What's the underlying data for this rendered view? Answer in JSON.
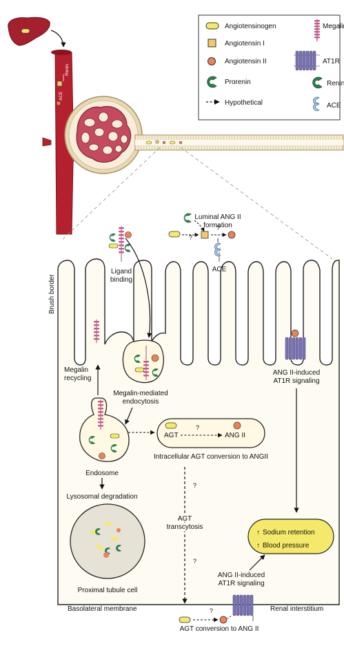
{
  "legend": {
    "angiotensinogen": "Angiotensinogen",
    "angiotensin1": "Angiotensin I",
    "angiotensin2": "Angiotensin II",
    "prorenin": "Prorenin",
    "hypothetical": "Hypothetical",
    "megalin": "Megalin",
    "at1r": "AT1R",
    "renin": "Renin",
    "ace": "ACE"
  },
  "vessel": {
    "renin": "Renin",
    "ace": "ACE"
  },
  "labels": {
    "luminal_formation_1": "Luminal ANG II",
    "luminal_formation_2": "formation",
    "q1": "?",
    "q2": "?",
    "q3": "?",
    "q4": "?",
    "q5": "?",
    "q6": "?",
    "q7": "?",
    "ace_lumen": "ACE",
    "brush_border": "Brush border",
    "ligand_binding_1": "Ligand",
    "ligand_binding_2": "binding",
    "megalin_recycling_1": "Megalin",
    "megalin_recycling_2": "recycling",
    "endocytosis_1": "Megalin-mediated",
    "endocytosis_2": "endocytosis",
    "agt": "AGT",
    "ang2": "ANG II",
    "intracellular": "Intracellular AGT conversion to ANGII",
    "endosome": "Endosome",
    "lysosomal": "Lysosomal degradation",
    "transcytosis_1": "AGT",
    "transcytosis_2": "transcytosis",
    "at1r_top_1": "ANG II-induced",
    "at1r_top_2": "AT1R signaling",
    "sodium": "Sodium retention",
    "blood_pressure": "Blood pressure",
    "at1r_bottom_1": "ANG II-induced",
    "at1r_bottom_2": "AT1R signaling",
    "cell": "Proximal tubule cell",
    "basolateral": "Basolateral membrane",
    "interstitium": "Renal interstitium",
    "agt_conversion": "AGT conversion to ANG II"
  },
  "colors": {
    "vessel": "#b5202e",
    "vessel_dark": "#8a1520",
    "agt_fill": "#f4e96a",
    "ang1_fill": "#f1c96a",
    "ang2_fill": "#e8835a",
    "prorenin": "#2e7f4f",
    "megalin": "#c45a8c",
    "at1r": "#7a74b4",
    "ace": "#a9c6e6",
    "outcome_fill": "#f4e96a"
  }
}
